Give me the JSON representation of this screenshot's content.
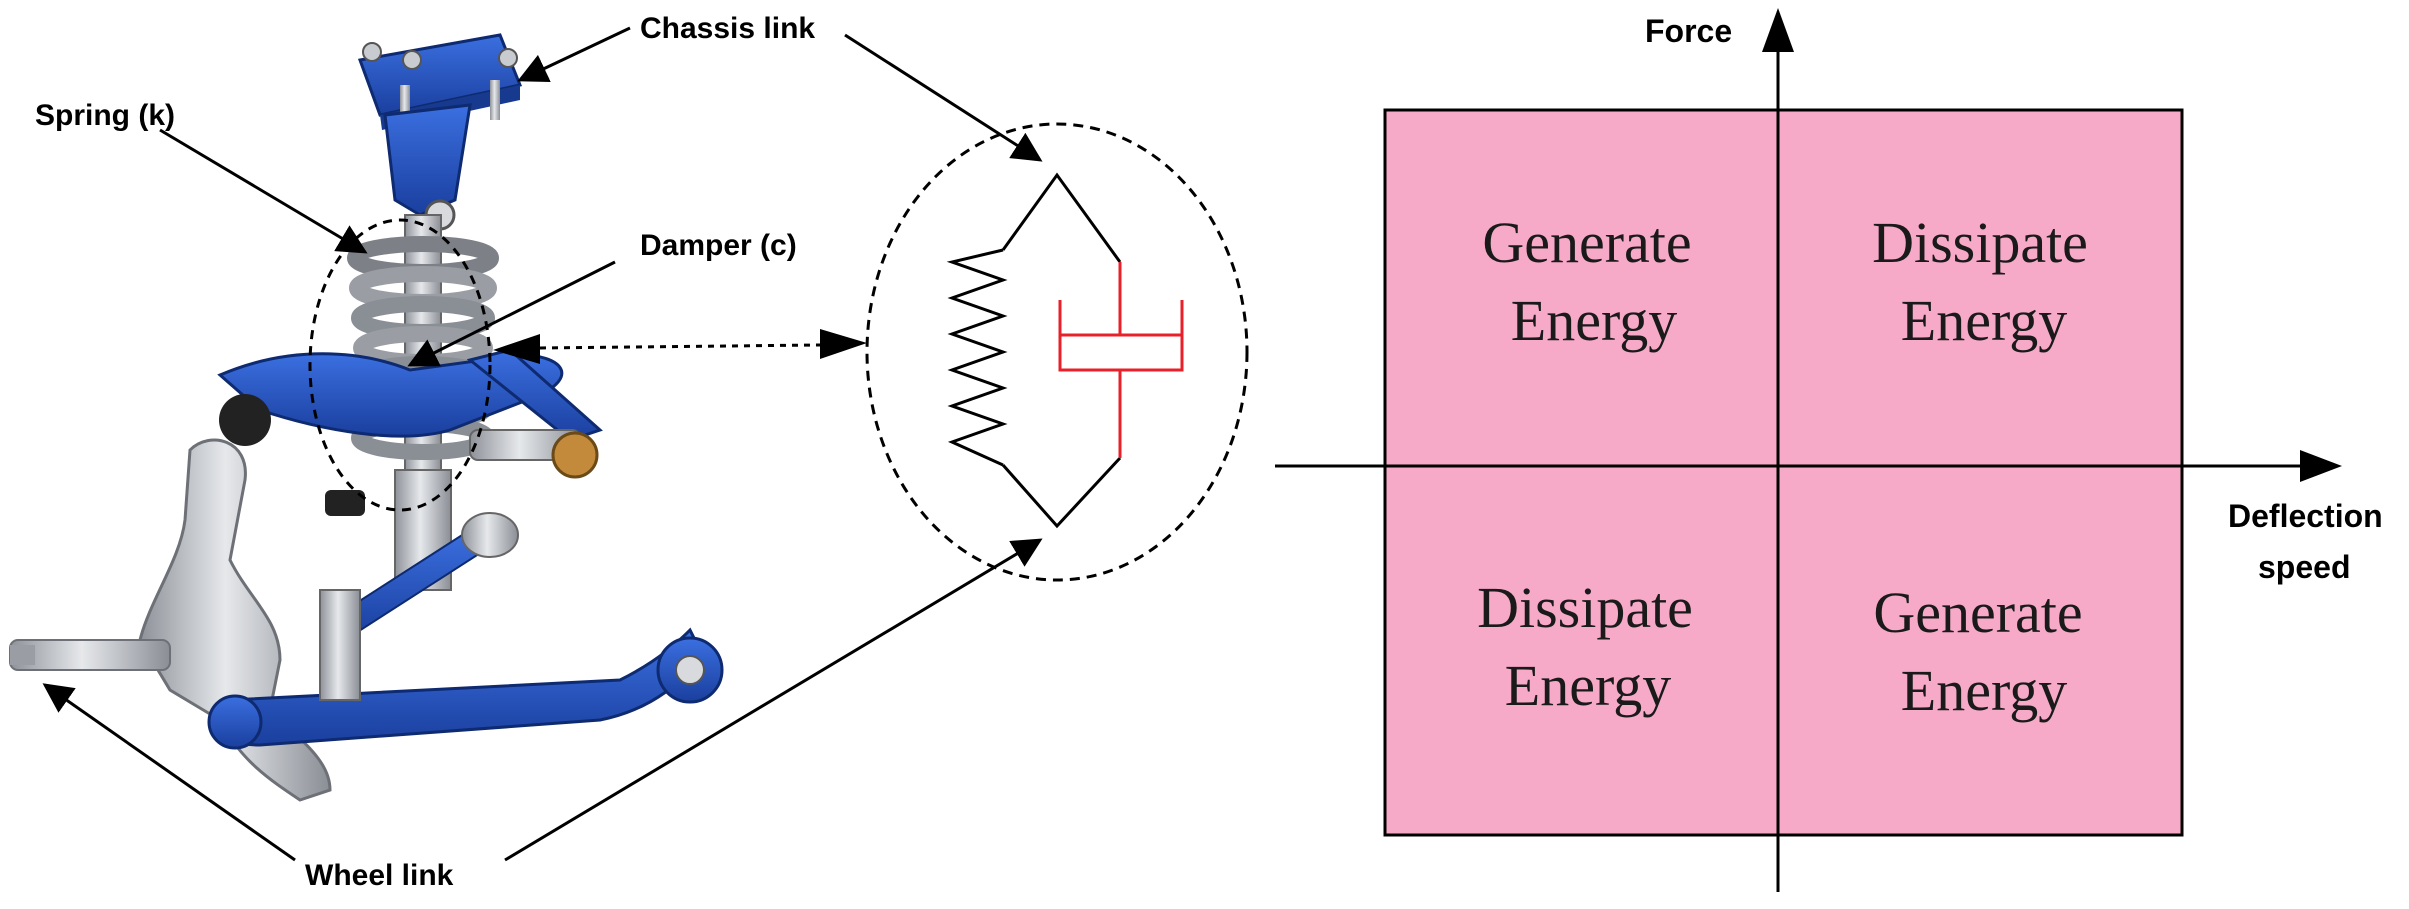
{
  "callouts": {
    "chassis_link": "Chassis link",
    "spring": "Spring (k)",
    "damper": "Damper (c)",
    "wheel_link": "Wheel link"
  },
  "axes": {
    "y_label": "Force",
    "x_label_line1": "Deflection",
    "x_label_line2": "speed"
  },
  "quadrants": {
    "top_left": [
      "Generate",
      "Energy"
    ],
    "top_right": [
      "Dissipate",
      "Energy"
    ],
    "bottom_left": [
      "Dissipate",
      "Energy"
    ],
    "bottom_right": [
      "Generate",
      "Energy"
    ]
  },
  "colors": {
    "quadrant_fill": "#f7a9c8",
    "damper": "#e8202a",
    "suspension_blue": "#1f4fbf",
    "metal": "#b9bcc2"
  }
}
